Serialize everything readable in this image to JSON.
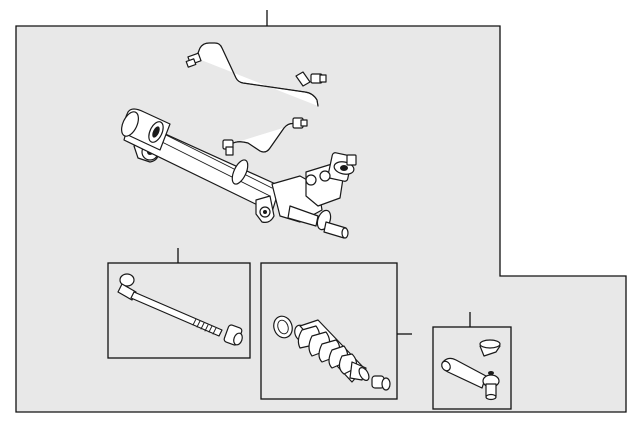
{
  "diagram": {
    "type": "exploded-parts-diagram",
    "background_color": "#e8e8e8",
    "line_color": "#111111",
    "assembly": {
      "name": "steering-gear-assembly",
      "parts": [
        "steering-rack-housing",
        "upper-pressure-line",
        "lower-return-line",
        "inner-tie-rod",
        "rack-boot-kit",
        "outer-tie-rod-end"
      ]
    },
    "subgroups": [
      "inner-tie-rod-group",
      "boot-kit-group",
      "tie-rod-end-group"
    ]
  }
}
